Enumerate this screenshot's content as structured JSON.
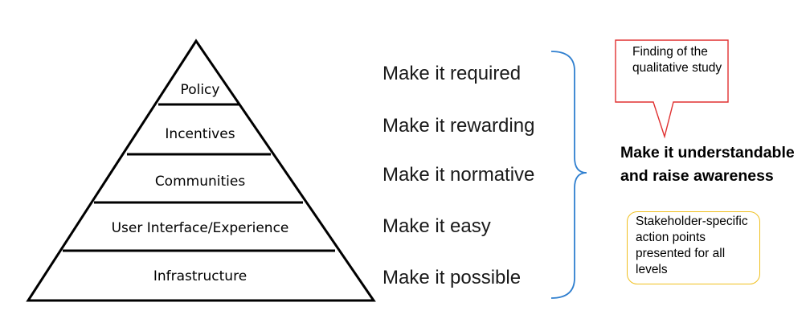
{
  "pyramid": {
    "levels": [
      {
        "label": "Policy",
        "action": "Make it required"
      },
      {
        "label": "Incentives",
        "action": "Make it rewarding"
      },
      {
        "label": "Communities",
        "action": "Make it normative"
      },
      {
        "label": "User Interface/Experience",
        "action": "Make it easy"
      },
      {
        "label": "Infrastructure",
        "action": "Make it possible"
      }
    ]
  },
  "callout": {
    "text": "Finding of the qualitative study",
    "border_color": "#e03030"
  },
  "main_message": "Make it understandable and raise awareness",
  "action_box": {
    "text": "Stakeholder-specific action points presented for all levels",
    "border_color": "#f0c020"
  },
  "brace_color": "#2f7fcf"
}
